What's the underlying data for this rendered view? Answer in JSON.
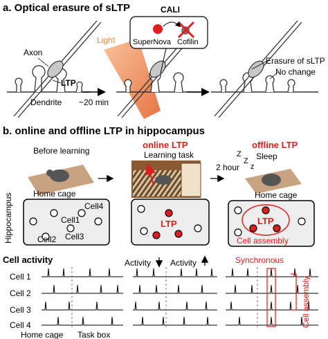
{
  "panel_a": {
    "title": "a. Optical erasure of sLTP",
    "cali": "CALI",
    "supernova": "SuperNova",
    "cofilin": "Cofilin",
    "light": "Light",
    "axon": "Axon",
    "ltp": "LTP",
    "dendrite": "Dendrite",
    "time": "~20 min",
    "erasure": "Erasure of sLTP",
    "no_change": "No change"
  },
  "panel_b": {
    "title": "b. online and offline LTP in hippocampus",
    "before_learning": "Before learning",
    "home_cage_left": "Home cage",
    "hippocampus": "Hippocampus",
    "cells": [
      "Cell1",
      "Cell2",
      "Cell3",
      "Cell4"
    ],
    "online_ltp": "online LTP",
    "learning_task": "Learning task",
    "ltp_mid": "LTP",
    "two_hour": "2 hour",
    "offline_ltp": "offline LTP",
    "sleep": "Sleep",
    "zzz": [
      "Z",
      "Z",
      "z"
    ],
    "home_cage_right": "Home cage",
    "ltp_right": "LTP",
    "cell_assembly": "Cell assembly"
  },
  "activity": {
    "cell_activity": "Cell activity",
    "rows": [
      "Cell 1",
      "Cell 2",
      "Cell 3",
      "Cell 4"
    ],
    "activity_down": "Activity",
    "activity_up": "Activity",
    "synchronous": "Synchronous",
    "cell_assembly_vertical": "Cell assembly",
    "home_cage": "Home cage",
    "task_box": "Task box"
  },
  "colors": {
    "red": "#e01e1e",
    "grey_box": "#ededed",
    "light_orange": "#f08a4a"
  }
}
